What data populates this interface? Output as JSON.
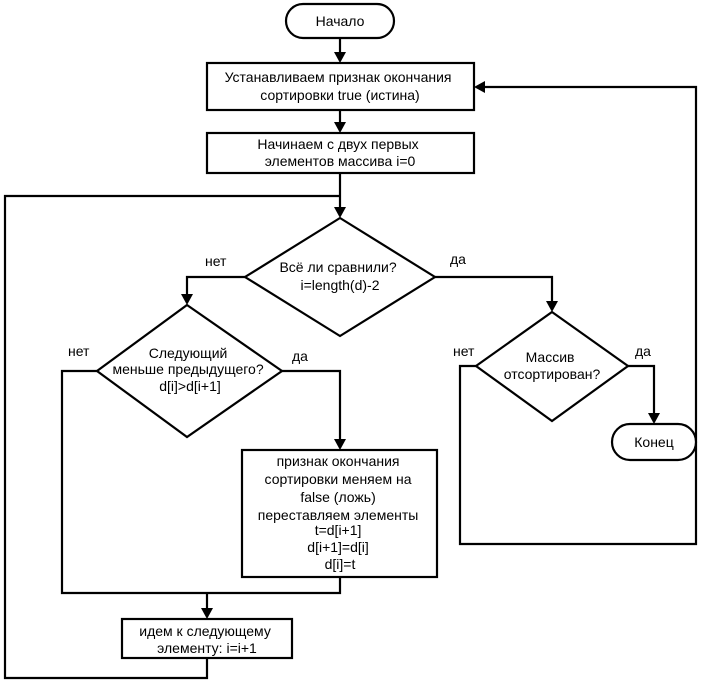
{
  "flowchart": {
    "start": "Начало",
    "set_flag": [
      "Устанавливаем признак окончания",
      "сортировки true (истина)"
    ],
    "init_index": [
      "Начинаем с двух первых",
      "элементов массива i=0"
    ],
    "all_compared": [
      "Всё ли сравнили?",
      "i=length(d)-2"
    ],
    "next_less": [
      "Следующий",
      "меньше предыдущего?",
      "d[i]>d[i+1]"
    ],
    "swap": [
      "признак окончания",
      "сортировки меняем на",
      "false (ложь)",
      "переставляем элементы",
      "t=d[i+1]",
      "d[i+1]=d[i]",
      "d[i]=t"
    ],
    "sorted_check": [
      "Массив",
      "отсортирован?"
    ],
    "next_element": [
      "идем к следующему",
      "элементу: i=i+1"
    ],
    "end": "Конец",
    "label_no": "нет",
    "label_yes": "да"
  }
}
